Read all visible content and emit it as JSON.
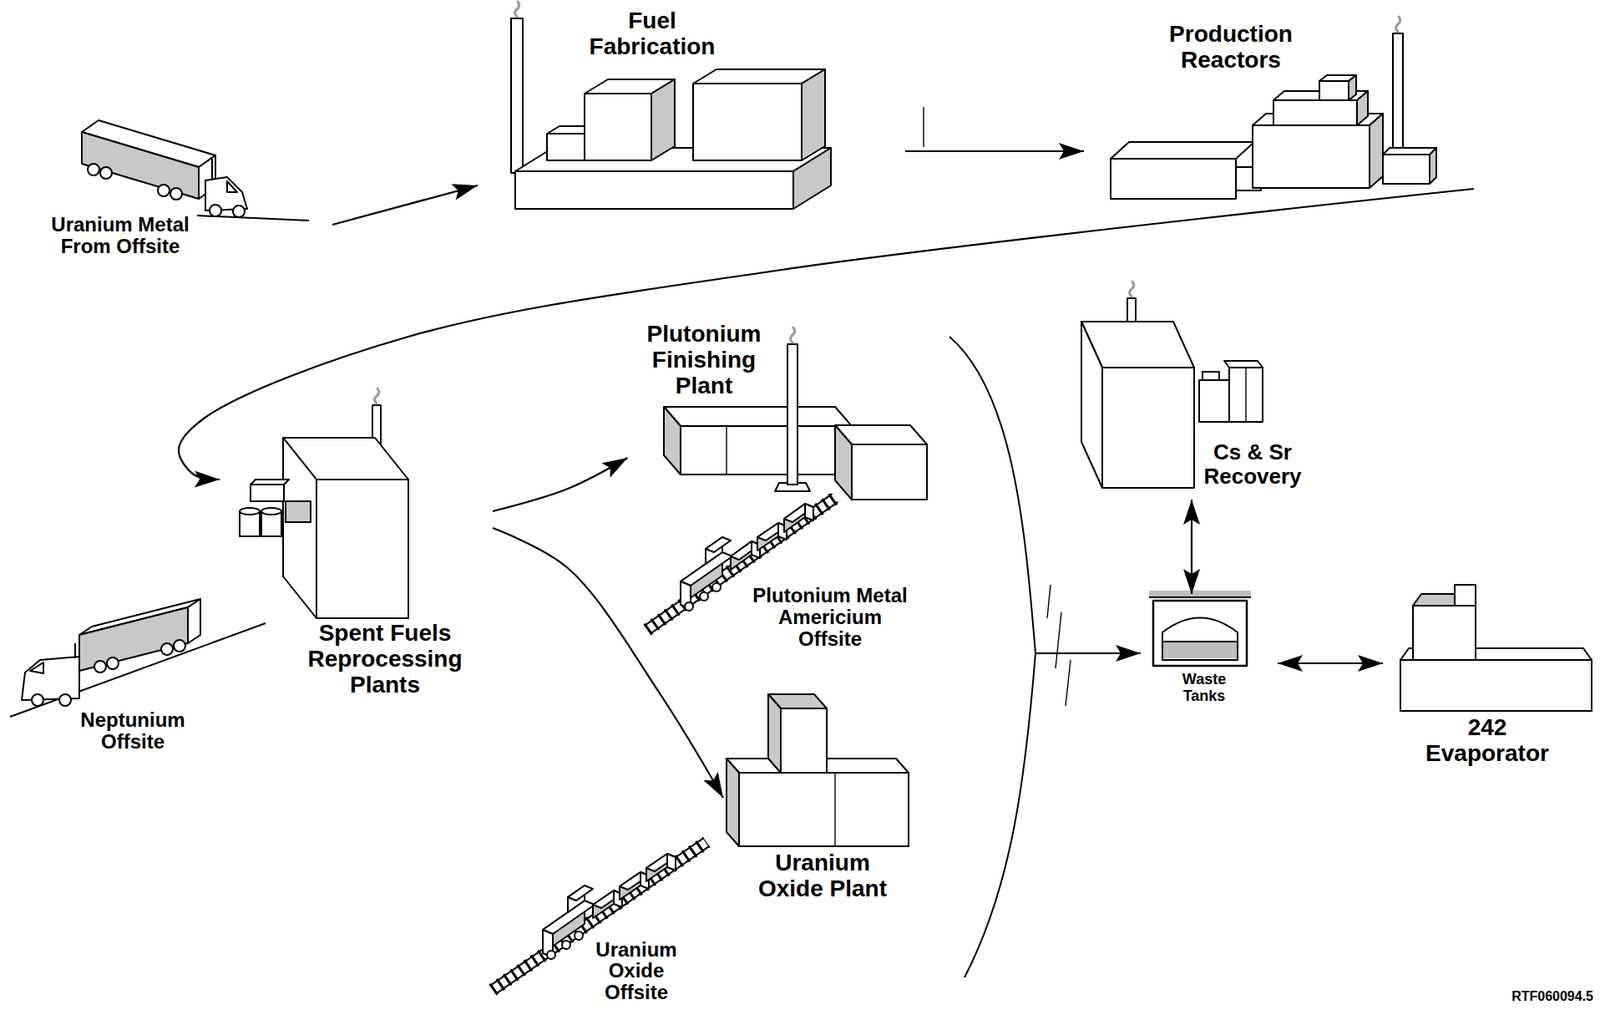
{
  "diagram": {
    "nodes": [
      {
        "text": [
          "Uranium Metal From Offsite"
        ]
      },
      {
        "text": [
          "Fuel Fabrication"
        ]
      },
      {
        "text": [
          "Production Reactors"
        ]
      },
      {
        "text": [
          "Plutonium Finishing Plant"
        ]
      },
      {
        "text": [
          "Cs & Sr Recovery"
        ]
      },
      {
        "text": [
          "Spent Fuels Reprocessing Plants"
        ]
      },
      {
        "text": [
          "Plutonium Metal Americium Offsite"
        ]
      },
      {
        "text": [
          "Waste Tanks"
        ]
      },
      {
        "text": [
          "242 Evaporator"
        ]
      },
      {
        "text": [
          "Neptunium Offsite"
        ]
      },
      {
        "text": [
          "Uranium Oxide Plant"
        ]
      },
      {
        "text": [
          "Uranium Oxide Offsite"
        ]
      }
    ],
    "edges": [
      {
        "from": 0,
        "to": 1,
        "arrow": "to"
      },
      {
        "from": 1,
        "to": 2,
        "arrow": "to"
      },
      {
        "from": 2,
        "to": 5,
        "arrow": "to"
      },
      {
        "from": 5,
        "to": 3,
        "arrow": "to"
      },
      {
        "from": 5,
        "to": 10,
        "arrow": "to"
      },
      {
        "from": 4,
        "to": 7,
        "arrow": "both"
      },
      {
        "from": 7,
        "to": 8,
        "arrow": "both"
      }
    ],
    "labels": [
      "RTF060094.5"
    ]
  }
}
